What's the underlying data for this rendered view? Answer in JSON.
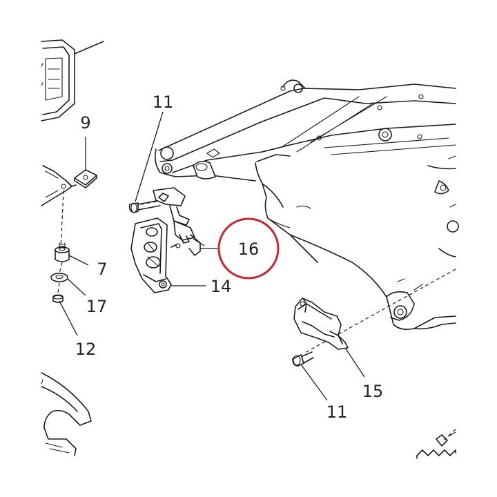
{
  "diagram": {
    "callouts": [
      {
        "id": "c11a",
        "text": "11"
      },
      {
        "id": "c9",
        "text": "9"
      },
      {
        "id": "c7",
        "text": "7"
      },
      {
        "id": "c17",
        "text": "17"
      },
      {
        "id": "c12",
        "text": "12"
      },
      {
        "id": "c16",
        "text": "16"
      },
      {
        "id": "c14",
        "text": "14"
      },
      {
        "id": "c15",
        "text": "15"
      },
      {
        "id": "c11b",
        "text": "11"
      }
    ],
    "highlight": {
      "target": "16",
      "color": "#cc2230"
    },
    "colors": {
      "line": "#1a1a1a",
      "background": "#ffffff"
    }
  }
}
